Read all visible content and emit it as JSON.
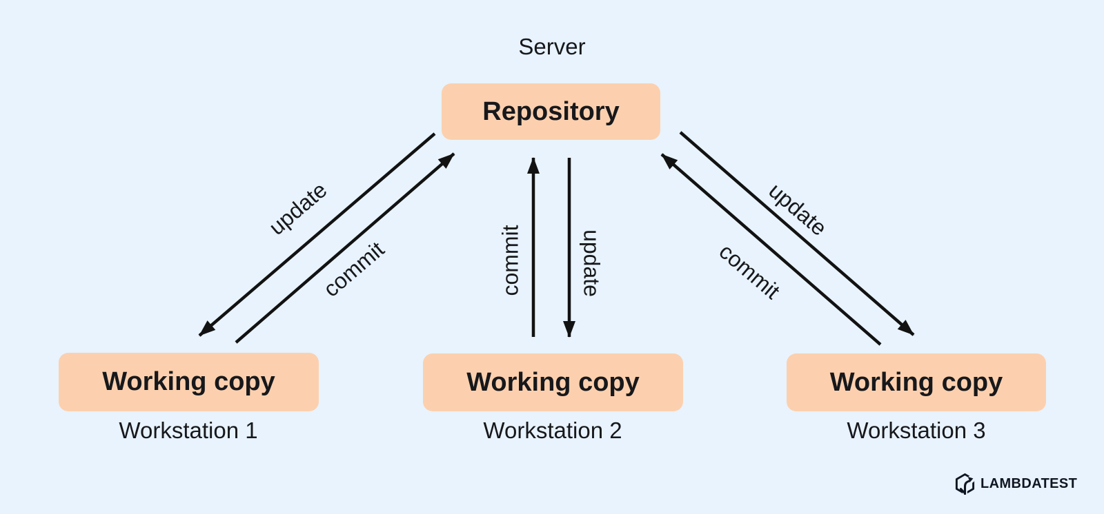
{
  "diagram": {
    "server_label": "Server",
    "repository": {
      "label": "Repository"
    },
    "workstations": [
      {
        "box_label": "Working copy",
        "caption": "Workstation 1"
      },
      {
        "box_label": "Working copy",
        "caption": "Workstation 2"
      },
      {
        "box_label": "Working copy",
        "caption": "Workstation 3"
      }
    ],
    "edges": [
      {
        "name": "ws1-update",
        "label": "update",
        "direction": "repository to working copy 1"
      },
      {
        "name": "ws1-commit",
        "label": "commit",
        "direction": "working copy 1 to repository"
      },
      {
        "name": "ws2-commit",
        "label": "commit",
        "direction": "working copy 2 to repository"
      },
      {
        "name": "ws2-update",
        "label": "update",
        "direction": "repository to working copy 2"
      },
      {
        "name": "ws3-update",
        "label": "update",
        "direction": "repository to working copy 3"
      },
      {
        "name": "ws3-commit",
        "label": "commit",
        "direction": "working copy 3 to repository"
      }
    ],
    "colors": {
      "background": "#e8f3fd",
      "node-fill": "#fcd0ae",
      "text": "#17181b",
      "arrow": "#121212",
      "logo": "#101522"
    }
  },
  "footer": {
    "brand": "LAMBDATEST"
  }
}
